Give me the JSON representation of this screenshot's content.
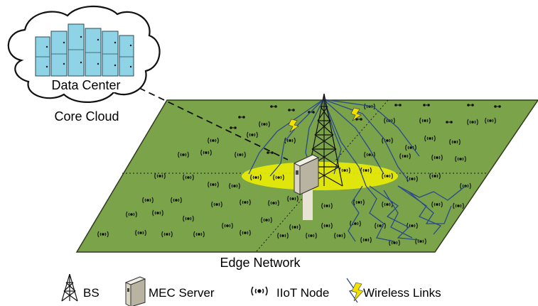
{
  "cloud": {
    "label": "Data Center",
    "caption": "Core Cloud"
  },
  "ground": {
    "caption": "Edge Network"
  },
  "legend": {
    "bs": "BS",
    "mec": "MEC Server",
    "iiot": "IIoT Node",
    "wireless": "Wireless Links"
  },
  "colors": {
    "ground_fill": "#7aa34a",
    "ground_stroke": "#2f3a1f",
    "coverage": "#f2f200",
    "server_rack": "#8fd3e6",
    "link": "#2c4a8a",
    "bolt": "#f2e000"
  },
  "icons": {
    "bs": "tower-icon",
    "mec": "server-icon",
    "iiot": "sensor-icon",
    "wireless": "lightning-icon"
  }
}
